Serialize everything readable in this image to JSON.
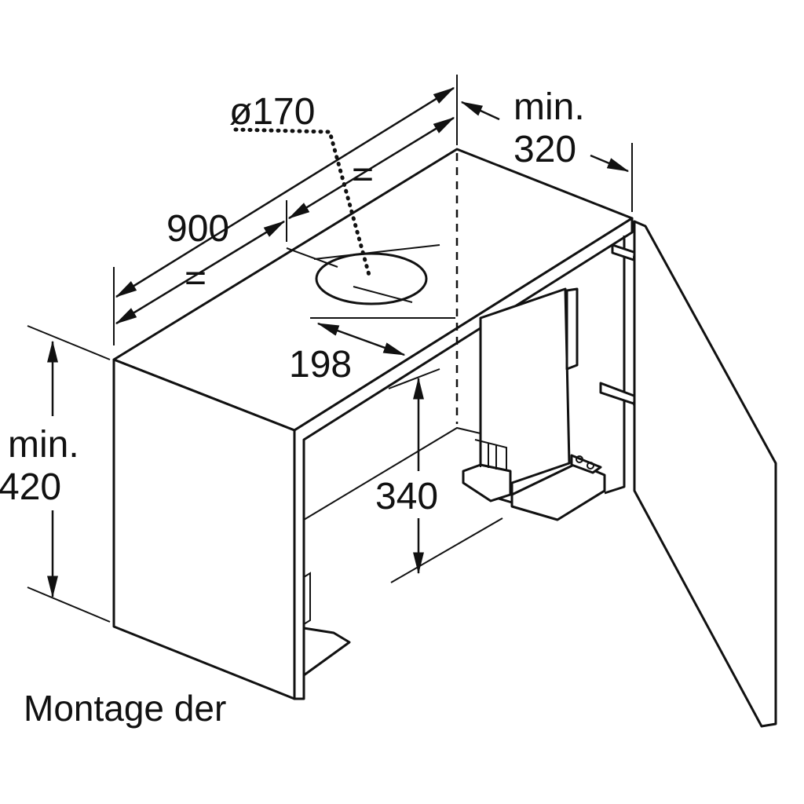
{
  "dimensions": {
    "diameter": "ø170",
    "width": "900",
    "equal_left": "=",
    "equal_right": "=",
    "depth_min_label": "min.",
    "depth_min_value": "320",
    "offset": "198",
    "height_min_label": "min.",
    "height_min_value": "420",
    "inner_height": "340"
  },
  "caption": "Montage der"
}
